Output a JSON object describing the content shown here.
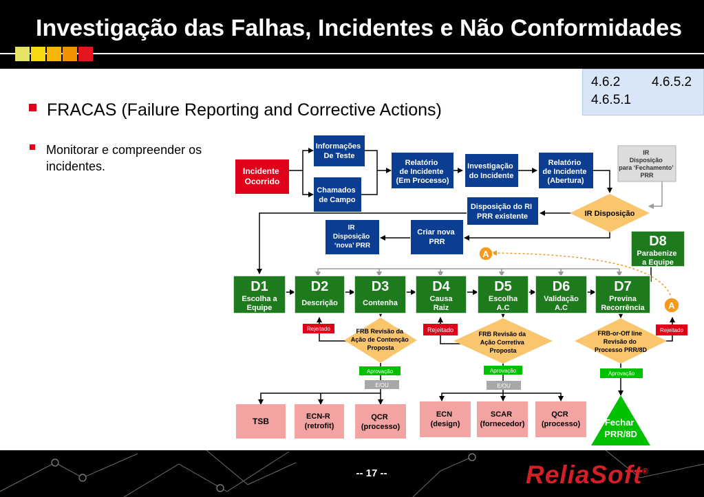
{
  "header": {
    "title": "Investigação das Falhas, Incidentes e Não Conformidades",
    "accent_squares": [
      "#e5e366",
      "#f7d812",
      "#f9b40e",
      "#f39200",
      "#e3161e"
    ]
  },
  "references": {
    "ref1": "4.6.2",
    "ref2": "4.6.5.2",
    "ref3": "4.6.5.1"
  },
  "bullets": {
    "main": "FRACAS (Failure Reporting and Corrective Actions)",
    "sub": "Monitorar e compreender os incidentes."
  },
  "diagram": {
    "incidente": [
      "Incidente",
      "Ocorrido"
    ],
    "info_teste": [
      "Informações",
      "De Teste"
    ],
    "chamados": [
      "Chamados",
      "de Campo"
    ],
    "relatorio_processo": [
      "Relatório",
      "de Incidente",
      "(Em Processo)"
    ],
    "investigacao": [
      "Investigação",
      "do Incidente"
    ],
    "relatorio_abertura": [
      "Relatório",
      "de Incidente",
      "(Abertura)"
    ],
    "ir_fechamento": [
      "IR",
      "Disposição",
      "para ‘Fechamento’",
      "PRR"
    ],
    "ir_disposicao": "IR Disposição",
    "disposicao_ri": [
      "Disposição do RI",
      "PRR existente"
    ],
    "criar_nova": [
      "Criar nova",
      "PRR"
    ],
    "ir_nova": [
      "IR",
      "Disposição",
      "‘nova’ PRR"
    ],
    "d8": {
      "code": "D8",
      "label": [
        "Parabenize",
        "a Equipe"
      ]
    },
    "d_steps": [
      {
        "code": "D1",
        "label": [
          "Escolha a",
          "Equipe"
        ]
      },
      {
        "code": "D2",
        "label": [
          "Descrição"
        ]
      },
      {
        "code": "D3",
        "label": [
          "Contenha"
        ]
      },
      {
        "code": "D4",
        "label": [
          "Causa",
          "Raiz"
        ]
      },
      {
        "code": "D5",
        "label": [
          "Escolha",
          "A.C"
        ]
      },
      {
        "code": "D6",
        "label": [
          "Validação",
          "A.C"
        ]
      },
      {
        "code": "D7",
        "label": [
          "Previna",
          "Recorrência"
        ]
      }
    ],
    "connector": "A",
    "rejeitado": "Rejeitado",
    "aprovacao": "Aprovação",
    "eou": "E/OU",
    "frb1": [
      "FRB Revisão  da",
      "Ação de Contenção",
      "Proposta"
    ],
    "frb2": [
      "FRB Revisão  da",
      "Ação Corretiva",
      "Proposta"
    ],
    "frb3": [
      "FRB-or-Off  line",
      "Revisão do",
      "Processo PRR/8D"
    ],
    "out_tsb": [
      "TSB"
    ],
    "out_ecnr": [
      "ECN-R",
      "(retrofit)"
    ],
    "out_qcr1": [
      "QCR",
      "(processo)"
    ],
    "out_ecn": [
      "ECN",
      "(design)"
    ],
    "out_scar": [
      "SCAR",
      "(fornecedor)"
    ],
    "out_qcr2": [
      "QCR",
      "(processo)"
    ],
    "fechar": [
      "Fechar",
      "PRR/8D"
    ]
  },
  "footer": {
    "page": "--       17       --",
    "logo": "ReliaSoft",
    "logo_mark": "®"
  },
  "colors": {
    "blue_box": "#0b3d91",
    "green_box": "#1d7a1d",
    "red_box": "#e0001a",
    "pink_box": "#f4a3a3",
    "diamond": "#f9c66d",
    "approve": "#00c000",
    "gray_box": "#dcdcdc",
    "orange_circle": "#f39a1e"
  }
}
